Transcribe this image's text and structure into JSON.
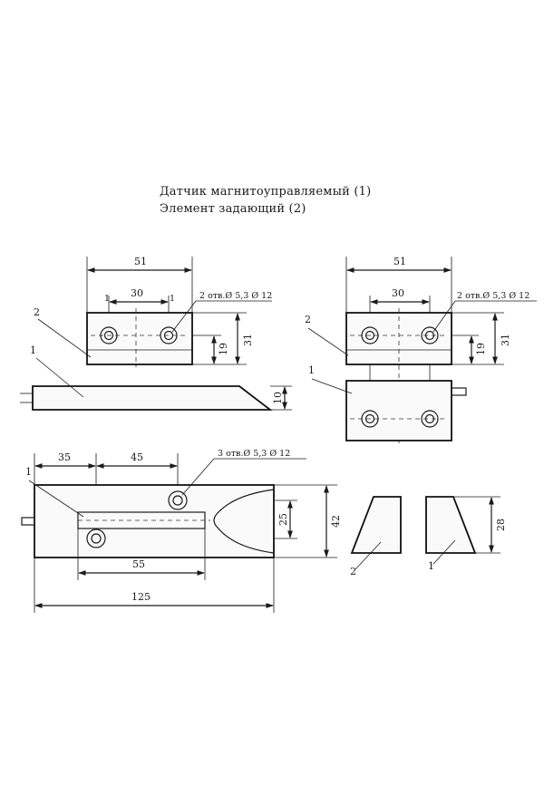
{
  "title": {
    "line1": "Датчик магнитоуправляемый (1)",
    "line2": "Элемент задающий (2)"
  },
  "view_top_left": {
    "dim_width": "51",
    "dim_holes": "30",
    "tick_left": "1",
    "tick_right": "1",
    "holes_note": "2 отв.Ø 5,3  Ø 12",
    "dim_h19": "19",
    "dim_h31": "31",
    "dim_h10": "10",
    "part2": "2",
    "part1": "1"
  },
  "view_top_right": {
    "dim_width": "51",
    "dim_holes": "30",
    "holes_note": "2 отв.Ø 5,3  Ø 12",
    "dim_h19": "19",
    "dim_h31": "31",
    "part2": "2",
    "part1": "1"
  },
  "view_bottom_left": {
    "dim_35": "35",
    "dim_45": "45",
    "holes_note": "3 отв.Ø 5,3  Ø 12",
    "dim_25": "25",
    "dim_42": "42",
    "dim_55": "55",
    "dim_125": "125",
    "part1": "1"
  },
  "view_bottom_right": {
    "dim_28": "28",
    "part2": "2",
    "part1": "1"
  }
}
